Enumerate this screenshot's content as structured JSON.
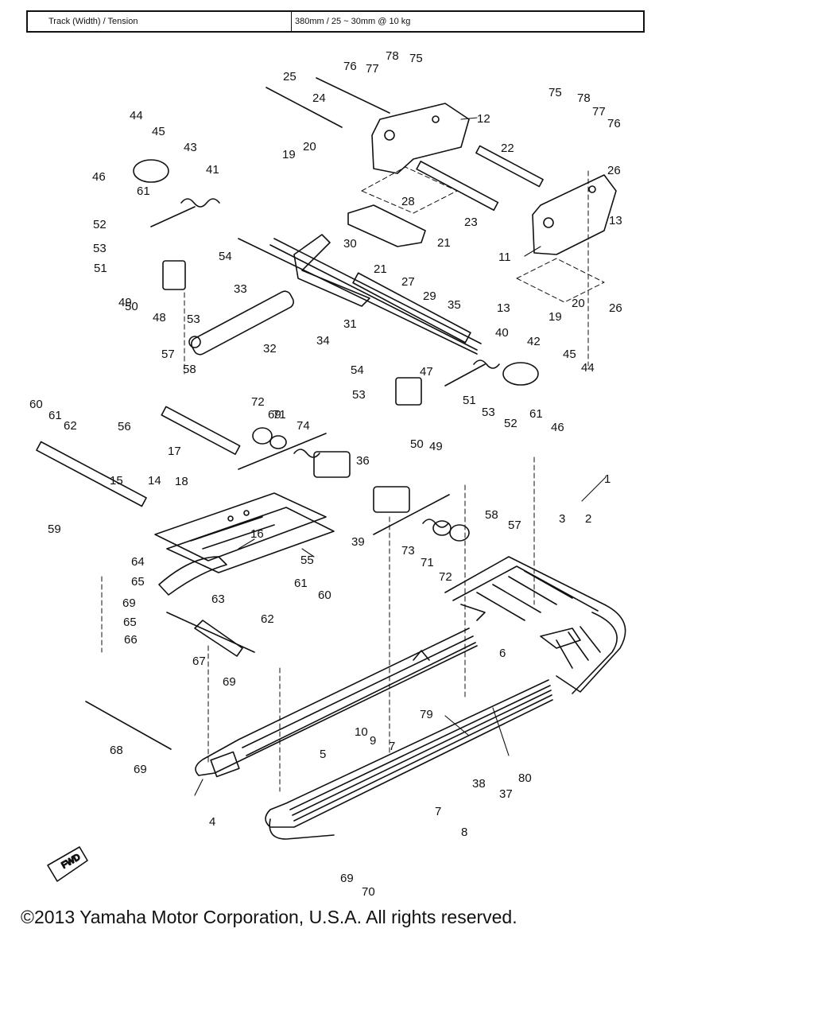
{
  "spec": {
    "label": "Track (Width) / Tension",
    "value": "380mm / 25 ~ 30mm @ 10 kg"
  },
  "fwd_label": "FWD",
  "copyright": "©2013 Yamaha Motor Corporation, U.S.A. All rights reserved.",
  "callouts": [
    "1",
    "2",
    "3",
    "4",
    "5",
    "6",
    "7",
    "7",
    "8",
    "9",
    "10",
    "11",
    "12",
    "13",
    "13",
    "14",
    "15",
    "16",
    "17",
    "18",
    "19",
    "19",
    "20",
    "20",
    "21",
    "21",
    "22",
    "23",
    "24",
    "25",
    "26",
    "26",
    "27",
    "28",
    "29",
    "30",
    "31",
    "32",
    "33",
    "34",
    "35",
    "36",
    "37",
    "38",
    "39",
    "40",
    "41",
    "42",
    "43",
    "44",
    "44",
    "45",
    "45",
    "46",
    "46",
    "47",
    "48",
    "49",
    "49",
    "50",
    "50",
    "51",
    "51",
    "52",
    "52",
    "53",
    "53",
    "53",
    "53",
    "54",
    "54",
    "55",
    "56",
    "57",
    "57",
    "58",
    "58",
    "59",
    "60",
    "60",
    "61",
    "61",
    "61",
    "61",
    "62",
    "62",
    "63",
    "64",
    "65",
    "65",
    "66",
    "67",
    "68",
    "69",
    "69",
    "69",
    "69",
    "69",
    "70",
    "71",
    "71",
    "72",
    "72",
    "73",
    "74",
    "75",
    "75",
    "76",
    "76",
    "77",
    "77",
    "78",
    "78",
    "79",
    "80"
  ]
}
